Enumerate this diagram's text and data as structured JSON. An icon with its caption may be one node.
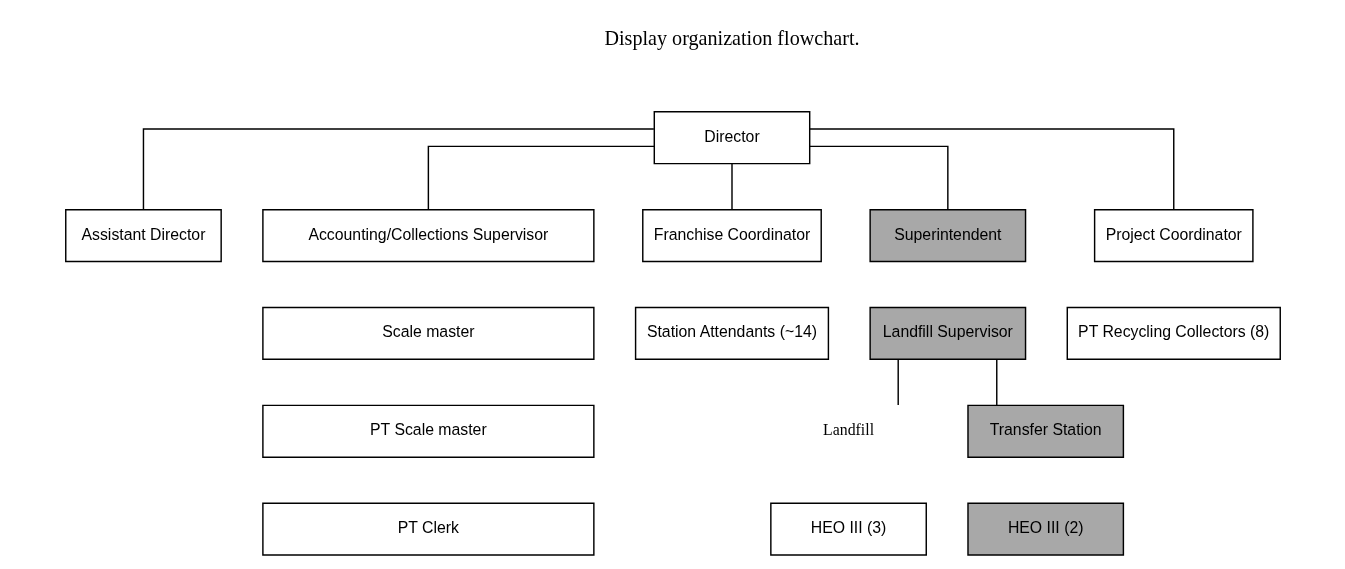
{
  "diagram": {
    "nodes": [
      {
        "text": [
          "Director"
        ]
      },
      {
        "text": [
          "Assistant Director"
        ]
      },
      {
        "text": [
          "Accounting/Collections Supervisor"
        ]
      },
      {
        "text": [
          "Franchise Coordinator"
        ]
      },
      {
        "text": [
          "Superintendent"
        ]
      },
      {
        "text": [
          "Project Coordinator"
        ]
      },
      {
        "text": [
          "Scale master"
        ]
      },
      {
        "text": [
          "Station Attendants (~14)"
        ]
      },
      {
        "text": [
          "Landfill Supervisor"
        ]
      },
      {
        "text": [
          "PT Recycling Collectors (8)"
        ]
      },
      {
        "text": [
          "Landfill"
        ]
      },
      {
        "text": [
          "Transfer Station"
        ]
      },
      {
        "text": [
          "PT Scale master"
        ]
      },
      {
        "text": [
          "HEO III (3)"
        ]
      },
      {
        "text": [
          "HEO III (2)"
        ]
      },
      {
        "text": [
          "PT Clerk"
        ]
      }
    ],
    "edges": [
      {
        "from": 0,
        "to": 1,
        "arrow": "none"
      },
      {
        "from": 0,
        "to": 2,
        "arrow": "none"
      },
      {
        "from": 0,
        "to": 3,
        "arrow": "none"
      },
      {
        "from": 0,
        "to": 4,
        "arrow": "none"
      },
      {
        "from": 0,
        "to": 5,
        "arrow": "none"
      },
      {
        "from": 8,
        "to": 10,
        "arrow": "none"
      },
      {
        "from": 8,
        "to": 11,
        "arrow": "none"
      }
    ],
    "labels": [
      "Display organization flowchart."
    ]
  }
}
